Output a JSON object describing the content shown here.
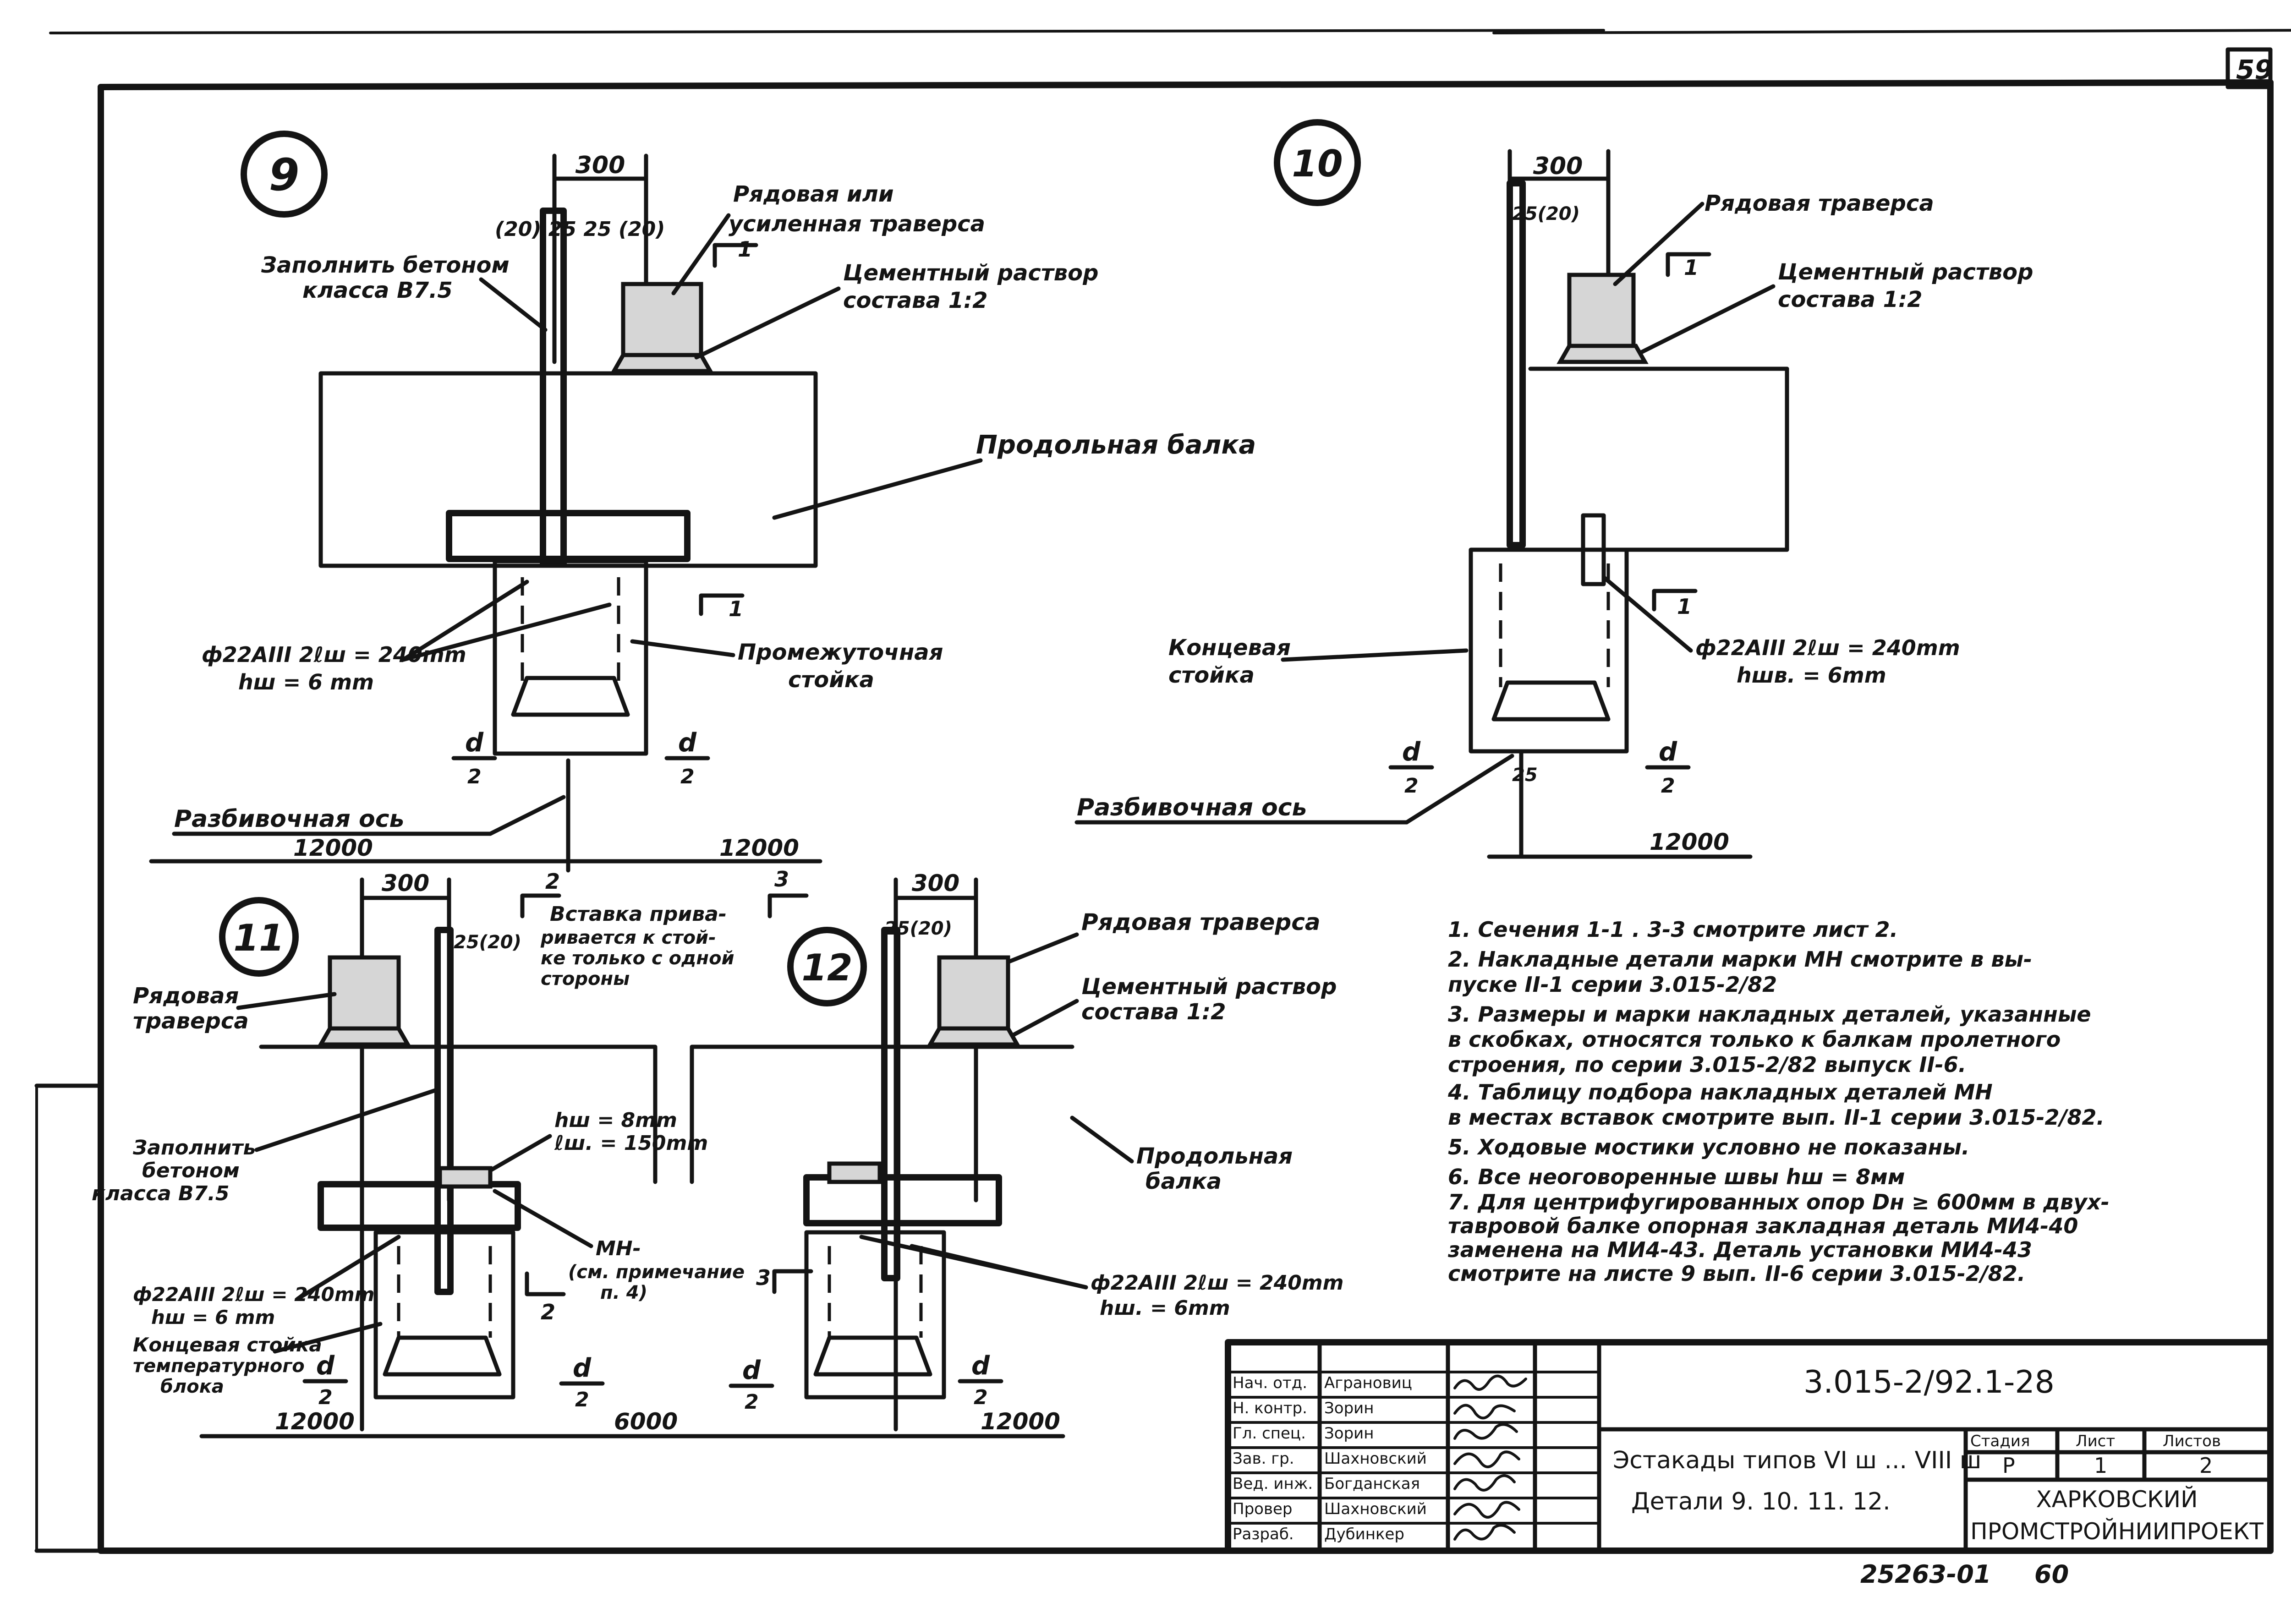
{
  "sheet_number": "59",
  "bottom_numbers": {
    "inventory": "25263-01",
    "page": "60"
  },
  "details": {
    "d9": {
      "number": "9",
      "dim_300": "300",
      "dim_row": "(20) 25 25 (20)",
      "label_traverse": [
        "Рядовая или",
        "усиленная траверса"
      ],
      "label_concrete": [
        "Заполнить бетоном",
        "класса B7.5"
      ],
      "label_mortar": [
        "Цементный раствор",
        "состава  1:2"
      ],
      "label_beam": "Продольная  балка",
      "label_rebar": [
        "ф22AIII 2ℓш = 240mm",
        "hш = 6 mm"
      ],
      "label_column": [
        "Промежуточная",
        "стойка"
      ],
      "label_axis": "Разбивочная  ось",
      "dim_left": "12000",
      "dim_right": "12000",
      "section_1": "1",
      "section_1b": "1",
      "d_left": "d",
      "d_left_den": "2",
      "d_right": "d",
      "d_right_den": "2"
    },
    "d10": {
      "number": "10",
      "dim_300": "300",
      "dim_25": "25(20)",
      "label_traverse": "Рядовая  траверса",
      "label_mortar": [
        "Цементный раствор",
        "состава  1:2"
      ],
      "label_column": [
        "Концевая",
        "стойка"
      ],
      "label_rebar": [
        "ф22AIII 2ℓш = 240mm",
        "hшв. = 6mm"
      ],
      "label_axis": "Разбивочная  ось",
      "dim_right": "12000",
      "dim_small": "25",
      "section_1": "1",
      "section_1b": "1",
      "d_left": "d",
      "d_left_den": "2",
      "d_right": "d",
      "d_right_den": "2"
    },
    "d11": {
      "number": "11",
      "dim_300": "300",
      "dim_25": "25(20)",
      "section_2": "2",
      "section_2b": "2",
      "label_insert": [
        "Вставка прива-",
        "ривается к стой-",
        "ке только с одной",
        "стороны"
      ],
      "label_traverse": [
        "Рядовая",
        "траверса"
      ],
      "label_weld": [
        "hш = 8mm",
        "ℓш. = 150mm"
      ],
      "label_concrete": [
        "Заполнить",
        "бетоном",
        "класса B7.5"
      ],
      "label_mh": [
        "МН-",
        "(см. примечание",
        "п. 4)"
      ],
      "label_rebar": [
        "ф22AIII 2ℓш = 240mm",
        "hш = 6 mm"
      ],
      "label_column": [
        "Концевая стойка",
        "температурного",
        "блока"
      ],
      "dim_left": "12000",
      "dim_right": "6000",
      "d_left": "d",
      "d_left_den": "2",
      "d_right": "d",
      "d_right_den": "2"
    },
    "d12": {
      "number": "12",
      "dim_300": "300",
      "dim_25": "25(20)",
      "section_3": "3",
      "section_3b": "3",
      "label_traverse": "Рядовая  траверса",
      "label_mortar": [
        "Цементный раствор",
        "состава  1:2"
      ],
      "label_beam": [
        "Продольная",
        "балка"
      ],
      "label_rebar": [
        "ф22AIII 2ℓш = 240mm",
        "hш. = 6mm"
      ],
      "dim_right": "12000",
      "d_left": "d",
      "d_left_den": "2",
      "d_right": "d",
      "d_right_den": "2"
    }
  },
  "notes": [
    [
      "1. Сечения  1-1 . 3-3  смотрите  лист 2."
    ],
    [
      "2. Накладные детали марки МН      смотрите  в вы-",
      "     пуске II-1  серии  3.015-2/82"
    ],
    [
      "3. Размеры и марки накладных деталей, указанные",
      "     в скобках, относятся только к балкам пролетного",
      "     строения, по серии 3.015-2/82 выпуск II-6."
    ],
    [
      "4. Таблицу подбора накладных деталей МН",
      "     в местах вставок  смотрите вып. II-1 серии 3.015-2/82."
    ],
    [
      "5. Ходовые  мостики  условно  не  показаны."
    ],
    [
      "6. Все  неоговоренные  швы  hш = 8мм"
    ],
    [
      "7. Для центрифугированных  опор Dн ≥ 600мм  в двух-",
      "     тавровой балке опорная закладная деталь МИ4-40",
      "     заменена на МИ4-43. Деталь установки МИ4-43",
      "     смотрите на листе 9  вып. II-6  серии 3.015-2/82."
    ]
  ],
  "title_block": {
    "code": "3.015-2/92.1-28",
    "title_line1": "Эстакады  типов  VI ш ... VIII ш",
    "title_line2": "Детали  9. 10. 11. 12.",
    "stage_header": "Стадия",
    "sheet_header": "Лист",
    "sheets_header": "Листов",
    "stage": "Р",
    "sheet": "1",
    "sheets": "2",
    "org_line1": "ХАРКОВСКИЙ",
    "org_line2": "ПРОМСТРОЙНИИПРОЕКТ",
    "roles": [
      {
        "role": "Нач. отд.",
        "name": "Аграновиц"
      },
      {
        "role": "Н. контр.",
        "name": "Зорин"
      },
      {
        "role": "Гл. спец.",
        "name": "Зорин"
      },
      {
        "role": "Зав. гр.",
        "name": "Шахновский"
      },
      {
        "role": "Вед. инж.",
        "name": "Богданская"
      },
      {
        "role": "Провер",
        "name": "Шахновский"
      },
      {
        "role": "Разраб.",
        "name": "Дубинкер"
      }
    ]
  }
}
